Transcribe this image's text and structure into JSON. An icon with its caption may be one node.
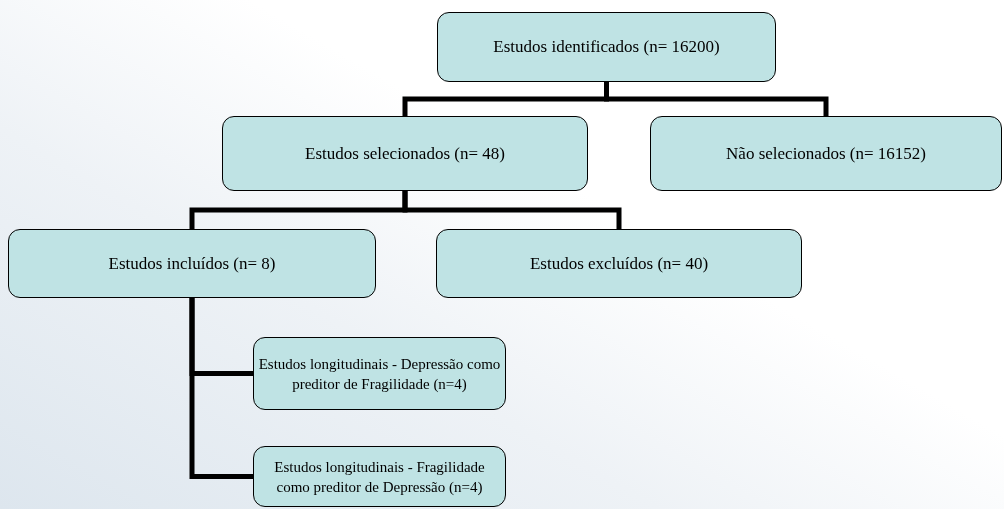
{
  "diagram": {
    "nodes": [
      {
        "text": [
          "Estudos identificados (n= 16200)"
        ]
      },
      {
        "text": [
          "Estudos selecionados (n= 48)"
        ]
      },
      {
        "text": [
          "Não selecionados (n= 16152)"
        ]
      },
      {
        "text": [
          "Estudos incluídos (n= 8)"
        ]
      },
      {
        "text": [
          "Estudos excluídos (n= 40)"
        ]
      },
      {
        "text": [
          "Estudos longitudinais - Depressão como preditor de Fragilidade (n=4)"
        ]
      },
      {
        "text": [
          "Estudos longitudinais - Fragilidade como preditor de Depressão (n=4)"
        ]
      }
    ],
    "edges": [
      {
        "from": 0,
        "to": 1,
        "arrow": "none"
      },
      {
        "from": 0,
        "to": 2,
        "arrow": "none"
      },
      {
        "from": 1,
        "to": 3,
        "arrow": "none"
      },
      {
        "from": 1,
        "to": 4,
        "arrow": "none"
      },
      {
        "from": 3,
        "to": 5,
        "arrow": "none"
      },
      {
        "from": 3,
        "to": 6,
        "arrow": "none"
      }
    ]
  }
}
